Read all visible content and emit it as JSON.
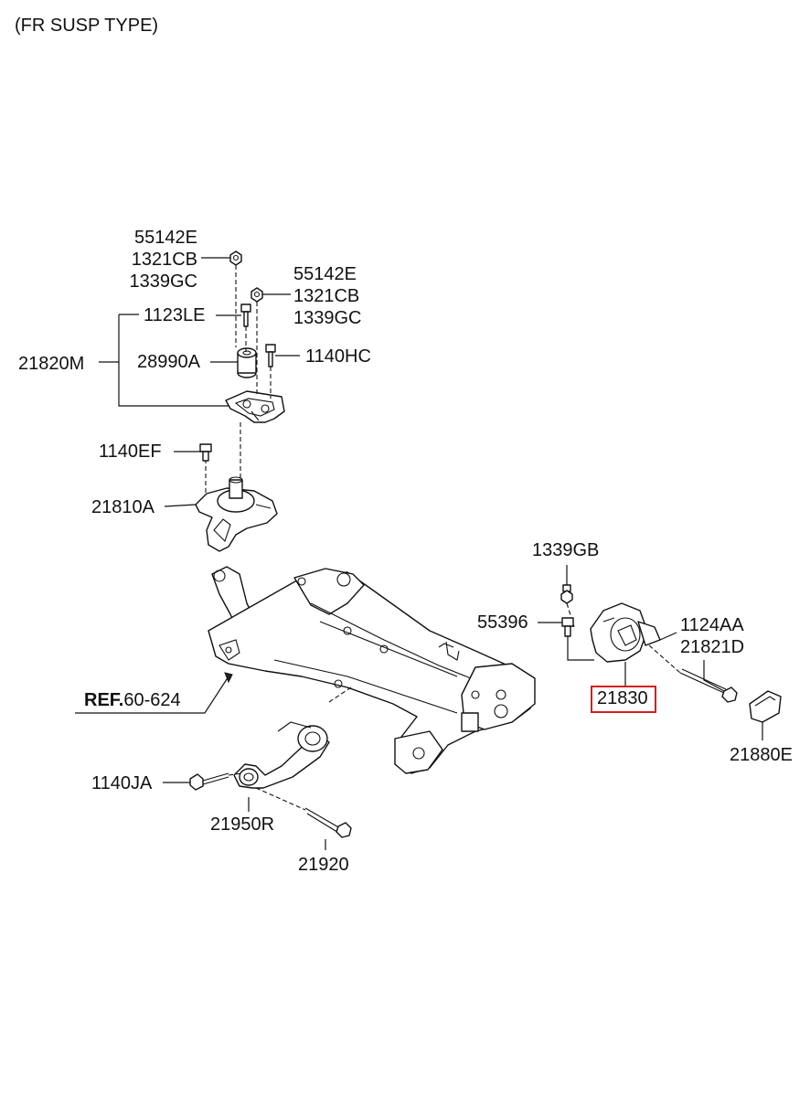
{
  "header": {
    "title": "(FR SUSP TYPE)"
  },
  "labels": {
    "p55142e_a": "55142E",
    "p1321cb_a": "1321CB",
    "p1339gc_a": "1339GC",
    "p55142e_b": "55142E",
    "p1321cb_b": "1321CB",
    "p1339gc_b": "1339GC",
    "p1123le": "1123LE",
    "p21820m": "21820M",
    "p28990a": "28990A",
    "p1140hc": "1140HC",
    "p1140ef": "1140EF",
    "p21810a": "21810A",
    "p1339gb": "1339GB",
    "p55396": "55396",
    "p1124aa": "1124AA",
    "p21821d": "21821D",
    "p21830": "21830",
    "p21880e": "21880E",
    "ref_prefix": "REF.",
    "ref_code": "60-624",
    "p1140ja": "1140JA",
    "p21950r": "21950R",
    "p21920": "21920"
  },
  "highlight": {
    "part": "21830",
    "color": "#d42020"
  }
}
